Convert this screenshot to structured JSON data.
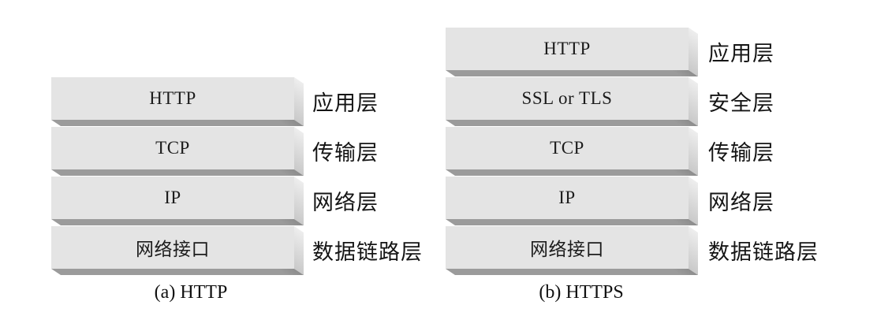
{
  "figure": {
    "type": "protocol-stack-comparison-diagram",
    "background": "#ffffff",
    "colors": {
      "box_face": "#e4e4e4",
      "box_side_highlight": "#eeeeee",
      "box_side_shade": "#c9c9c9",
      "box_bottom_shadow": "#9b9b9b",
      "text": "#1a1a1a"
    }
  },
  "stacks": [
    {
      "id": "a",
      "caption": "(a) HTTP",
      "layers": [
        {
          "protocol": "HTTP",
          "layer_name": "应用层"
        },
        {
          "protocol": "TCP",
          "layer_name": "传输层"
        },
        {
          "protocol": "IP",
          "layer_name": "网络层"
        },
        {
          "protocol": "网络接口",
          "layer_name": "数据链路层"
        }
      ]
    },
    {
      "id": "b",
      "caption": "(b) HTTPS",
      "layers": [
        {
          "protocol": "HTTP",
          "layer_name": "应用层"
        },
        {
          "protocol": "SSL or TLS",
          "layer_name": "安全层"
        },
        {
          "protocol": "TCP",
          "layer_name": "传输层"
        },
        {
          "protocol": "IP",
          "layer_name": "网络层"
        },
        {
          "protocol": "网络接口",
          "layer_name": "数据链路层"
        }
      ]
    }
  ]
}
